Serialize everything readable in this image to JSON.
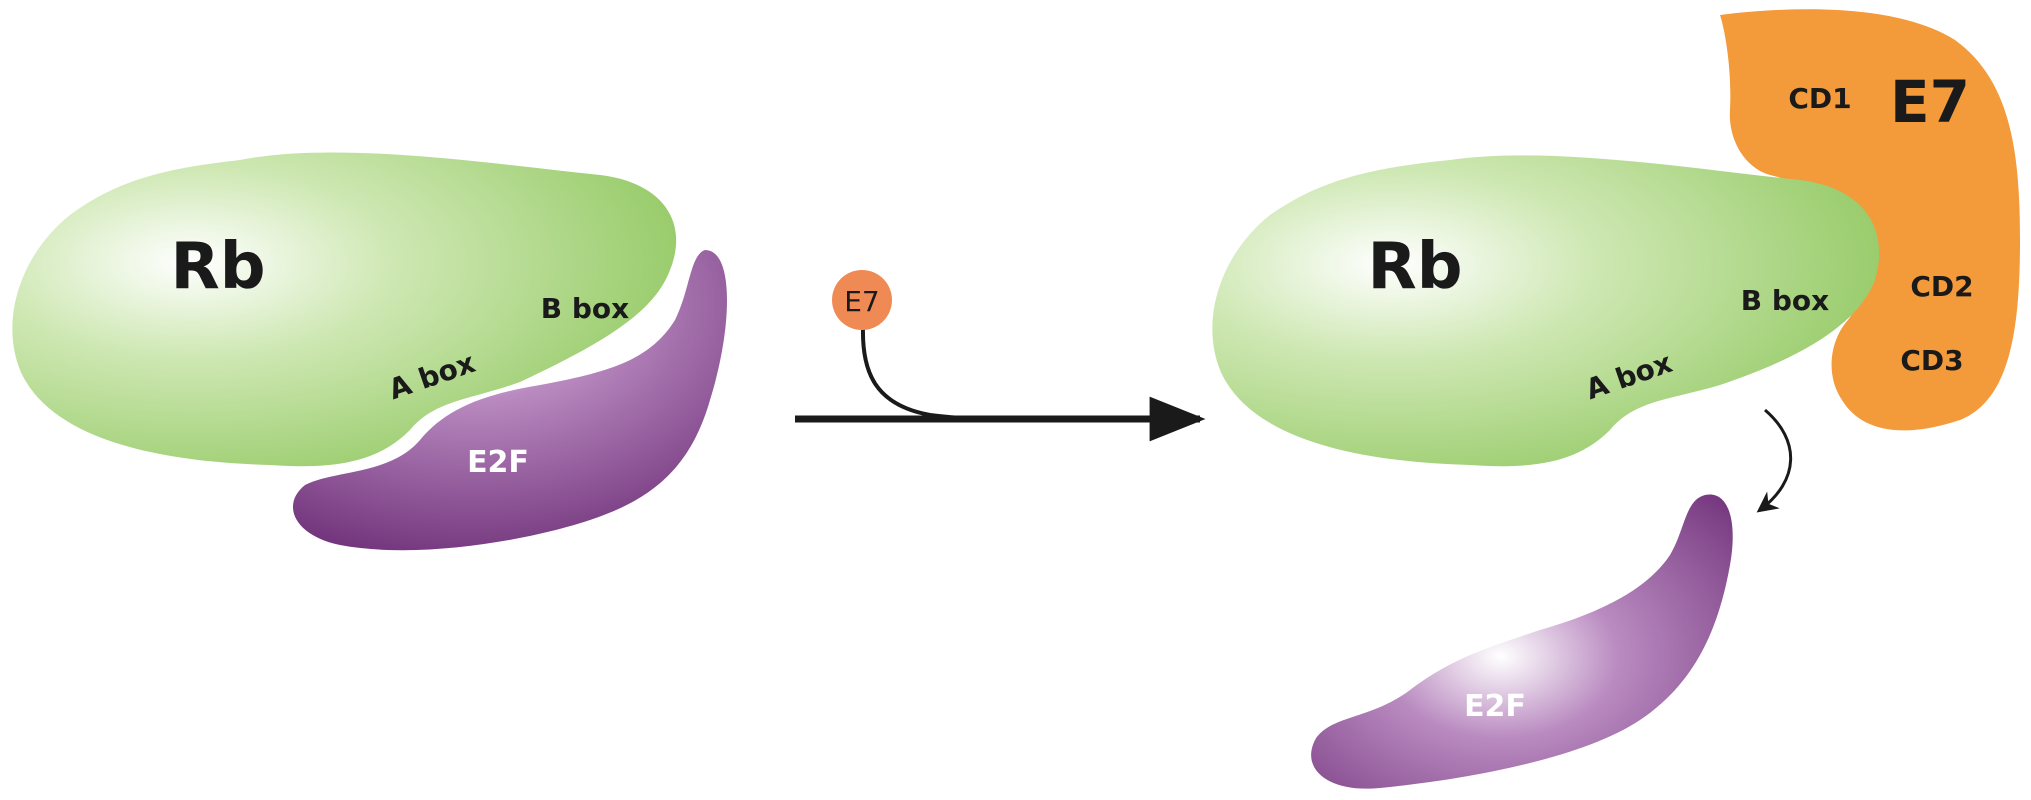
{
  "left_complex": {
    "rb_label": "Rb",
    "b_box_label": "B box",
    "a_box_label": "A box",
    "e2f_label": "E2F"
  },
  "transition": {
    "e7_label": "E7"
  },
  "right_complex": {
    "rb_label": "Rb",
    "b_box_label": "B box",
    "a_box_label": "A box",
    "e7_label": "E7",
    "cd1_label": "CD1",
    "cd2_label": "CD2",
    "cd3_label": "CD3",
    "e2f_label": "E2F"
  },
  "colors": {
    "rb_green_light": "#eef8e6",
    "rb_green": "#a8d47e",
    "rb_green_dark": "#7dbb45",
    "e2f_purple": "#7a3c82",
    "e2f_purple_light": "#ffffff",
    "e7_orange": "#f39a3a",
    "e7_small_orange": "#f08a55",
    "arrow_black": "#1a1a1a",
    "text_dark": "#1a1a1a",
    "text_white": "#ffffff"
  }
}
